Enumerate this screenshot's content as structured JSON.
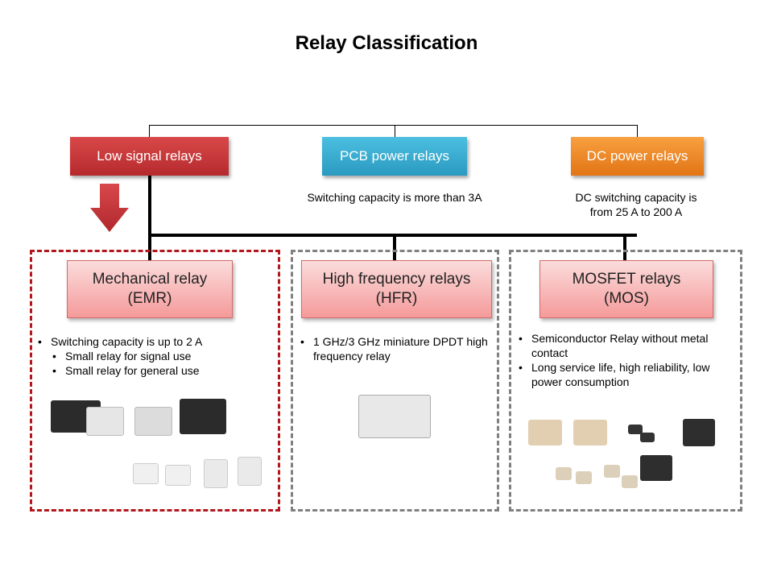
{
  "title": "Relay Classification",
  "categories": [
    {
      "label": "Low signal relays",
      "color": "#c0343a",
      "note": ""
    },
    {
      "label": "PCB power relays",
      "color": "#37a9cf",
      "note": "Switching capacity is more than 3A"
    },
    {
      "label": "DC power relays",
      "color": "#ee8424",
      "note_lines": [
        "DC switching capacity is",
        "from 25 A to 200 A"
      ]
    }
  ],
  "subtypes": [
    {
      "name_line1": "Mechanical relay",
      "name_line2": "(EMR)",
      "bullets": [
        "Switching capacity is up to 2 A"
      ],
      "sub_bullets": [
        "Small relay for signal use",
        "Small relay for general use"
      ],
      "border_color": "#b2171d",
      "image": "mechanical-relay-products-photo"
    },
    {
      "name_line1": "High frequency relays",
      "name_line2": "(HFR)",
      "bullets": [
        "1 GHz/3 GHz miniature DPDT high frequency relay"
      ],
      "border_color": "#808080",
      "image": "high-frequency-relay-photo"
    },
    {
      "name_line1": "MOSFET relays",
      "name_line2": "(MOS)",
      "bullets": [
        "Semiconductor Relay without metal contact",
        "Long service life, high reliability, low power consumption"
      ],
      "border_color": "#808080",
      "image": "mosfet-relay-products-photo"
    }
  ],
  "icons": {
    "down_arrow": "arrow-down-icon"
  }
}
